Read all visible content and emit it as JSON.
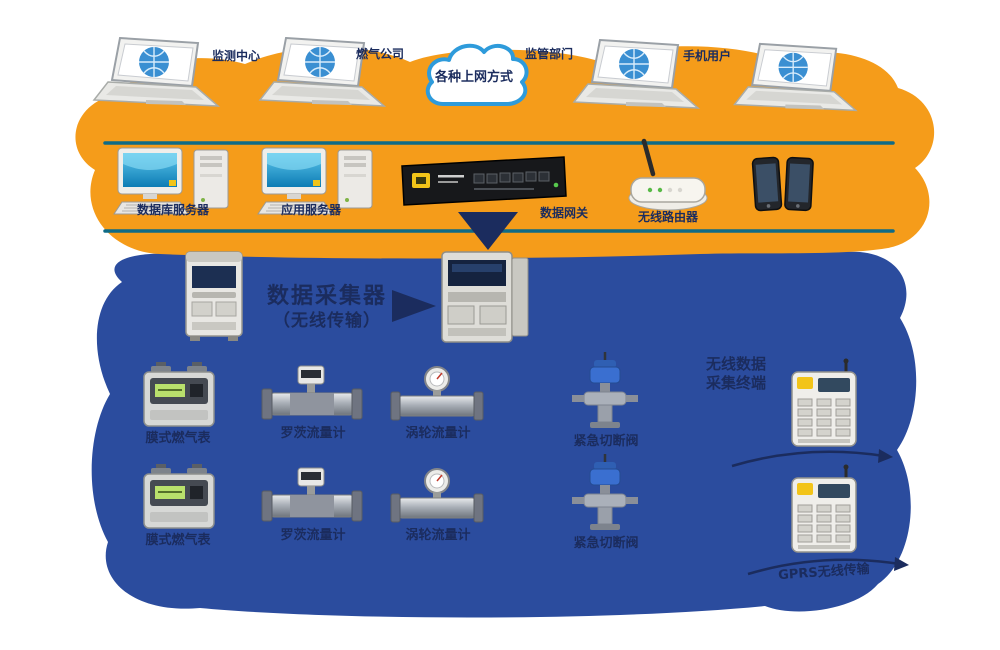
{
  "cloud": {
    "label": "各种上网方式"
  },
  "clients": [
    {
      "label": "监测中心"
    },
    {
      "label": "燃气公司"
    },
    {
      "label": "监管部门"
    },
    {
      "label": "手机用户"
    }
  ],
  "infrastructure": {
    "db_server": "数据库服务器",
    "app_server": "应用服务器",
    "gateway": "数据网关",
    "router": "无线路由器"
  },
  "collector": {
    "title": "数据采集器",
    "subtitle": "（无线传输）"
  },
  "field_devices": {
    "row1": [
      {
        "label": "膜式燃气表"
      },
      {
        "label": "罗茨流量计"
      },
      {
        "label": "涡轮流量计"
      },
      {
        "label": "紧急切断阀"
      }
    ],
    "row2": [
      {
        "label": "膜式燃气表"
      },
      {
        "label": "罗茨流量计"
      },
      {
        "label": "涡轮流量计"
      },
      {
        "label": "紧急切断阀"
      }
    ]
  },
  "wireless": {
    "header_line1": "无线数据",
    "header_line2": "采集终端",
    "link_text": "GPRS无线传输"
  },
  "colors": {
    "orange": "#F59C1A",
    "blue": "#2B4C9E",
    "teal": "#0F6B86",
    "navy": "#1B2C5E",
    "cloud_border": "#2E9BDB",
    "accent_yellow": "#F2C419"
  }
}
